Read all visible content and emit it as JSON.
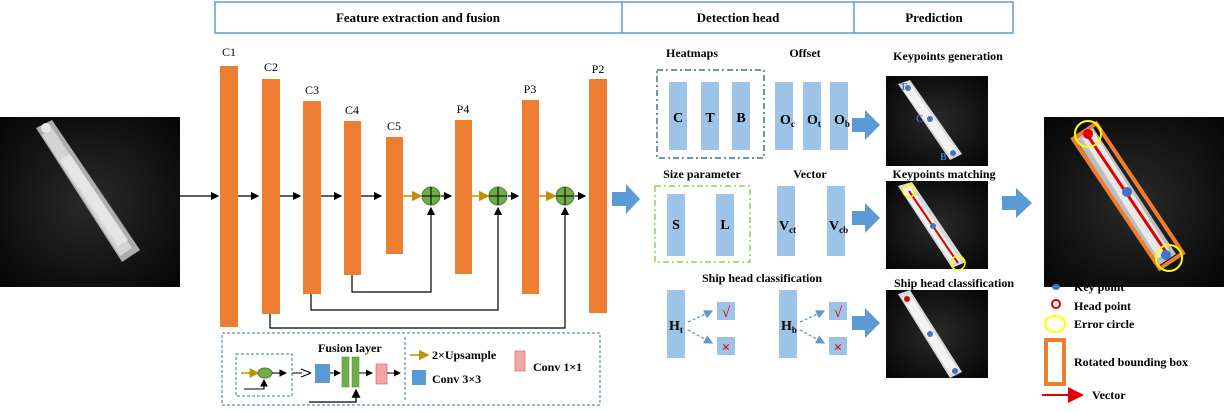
{
  "header": {
    "sections": [
      "Feature extraction and fusion",
      "Detection head",
      "Prediction"
    ]
  },
  "backbone": {
    "layers": [
      "C1",
      "C2",
      "C3",
      "C4",
      "C5",
      "P4",
      "P3",
      "P2"
    ]
  },
  "fusion_legend": {
    "title": "Fusion layer",
    "upsample": "2×Upsample",
    "conv3": "Conv 3×3",
    "conv1": "Conv 1×1"
  },
  "detection_head": {
    "heatmaps_title": "Heatmaps",
    "heatmaps": [
      "C",
      "T",
      "B"
    ],
    "offset_title": "Offset",
    "offset": [
      {
        "main": "O",
        "sub": "c"
      },
      {
        "main": "O",
        "sub": "t"
      },
      {
        "main": "O",
        "sub": "b"
      }
    ],
    "size_title": "Size parameter",
    "size": [
      "S",
      "L"
    ],
    "vector_title": "Vector",
    "vector": [
      {
        "main": "V",
        "sub": "ct"
      },
      {
        "main": "V",
        "sub": "cb"
      }
    ],
    "cls_title": "Ship head classification",
    "cls": [
      {
        "main": "H",
        "sub": "t"
      },
      {
        "main": "H",
        "sub": "b"
      }
    ],
    "check": "√",
    "cross": "×"
  },
  "prediction": {
    "step1": "Keypoints generation",
    "step2": "Keypoints matching",
    "step3": "Ship head classification",
    "kp_labels": [
      "T",
      "C",
      "B"
    ]
  },
  "legend": {
    "key_point": "Key point",
    "head_point": "Head point",
    "error_circle": "Error circle",
    "rotated_box": "Rotated bounding box",
    "vector": "Vector"
  },
  "colors": {
    "orange": "#ED7D31",
    "blue_block": "#9DC3E6",
    "arrow_blue": "#5B9BD5",
    "header_border": "#5B9BD5",
    "green": "#70AD47",
    "dash_blue": "#41719C",
    "dash_green": "#92D050",
    "upsample": "#BF9000",
    "pink": "#F4A6A6",
    "red": "#E00000",
    "yellow": "#FFFF00",
    "keypoint": "#4472C4"
  }
}
